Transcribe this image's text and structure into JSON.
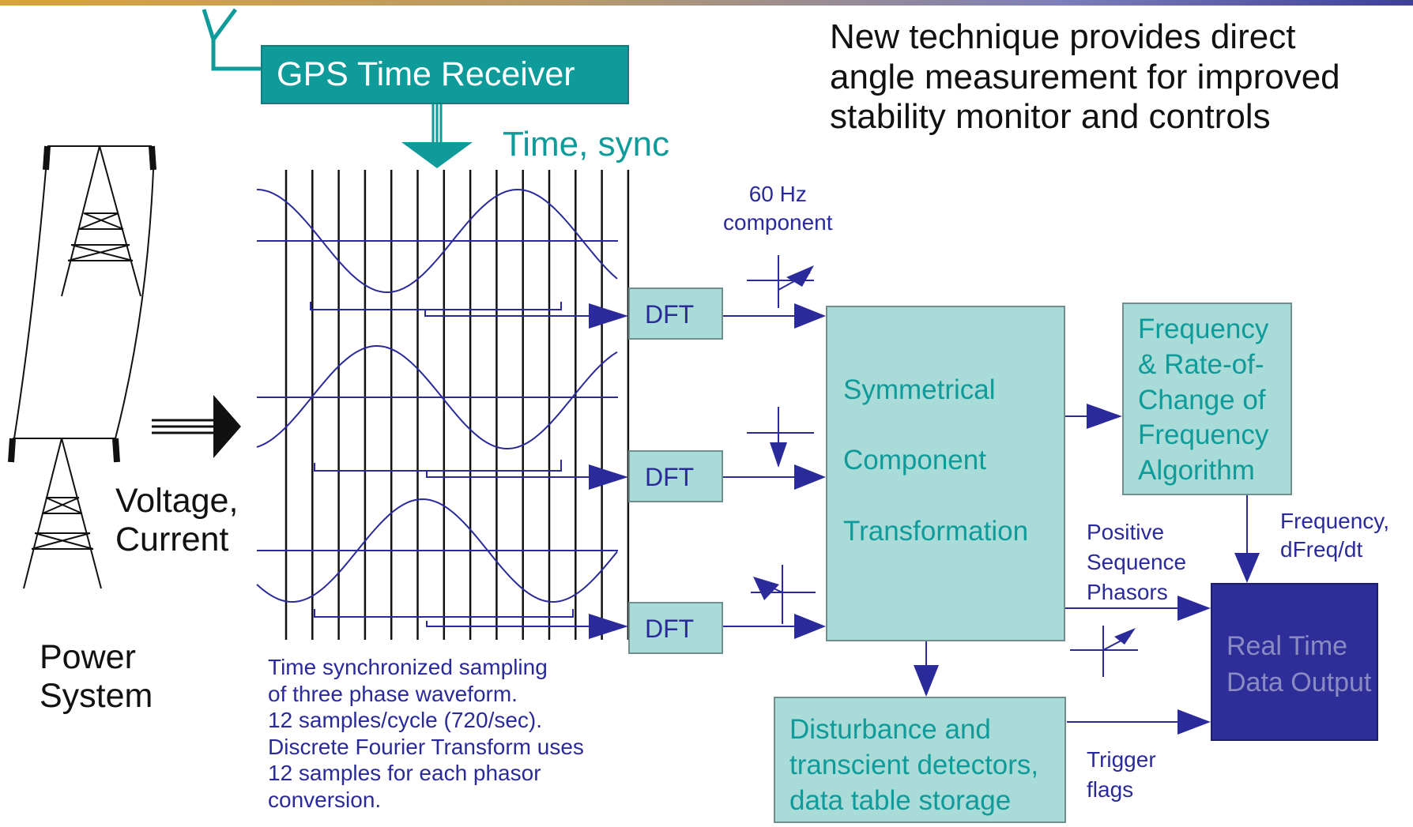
{
  "headline": [
    "New technique provides direct",
    "angle measurement for improved",
    "stability monitor and controls"
  ],
  "gps_label": "GPS Time Receiver",
  "time_sync_label": "Time, sync",
  "voltage_current": [
    "Voltage,",
    "Current"
  ],
  "power_system": [
    "Power",
    "System"
  ],
  "sampling_note": [
    "Time synchronized sampling",
    "of three phase waveform.",
    "12 samples/cycle (720/sec).",
    "Discrete Fourier Transform uses",
    "12 samples for each phasor",
    "conversion."
  ],
  "dft_label": "DFT",
  "hz_label": [
    "60 Hz",
    "component"
  ],
  "symmetrical_label": [
    "Symmetrical",
    "Component",
    "Transformation"
  ],
  "frequency_algo_label": [
    "Frequency",
    "& Rate-of-",
    "Change of",
    "Frequency",
    "Algorithm"
  ],
  "frequency_out_label": [
    "Frequency,",
    "dFreq/dt"
  ],
  "positive_seq_label": [
    "Positive",
    "Sequence",
    "Phasors"
  ],
  "realtime_label": [
    "Real Time",
    "Data Output"
  ],
  "disturbance_label": [
    "Disturbance and",
    "transcient detectors,",
    "data table storage"
  ],
  "trigger_label": [
    "Trigger",
    "flags"
  ],
  "colors": {
    "teal": "#0f9b9a",
    "box_fill": "#a9dbd9",
    "navy": "#2a2a9a",
    "dark_box": "#2e2e99",
    "realtime_text": "#8b8bc4"
  }
}
